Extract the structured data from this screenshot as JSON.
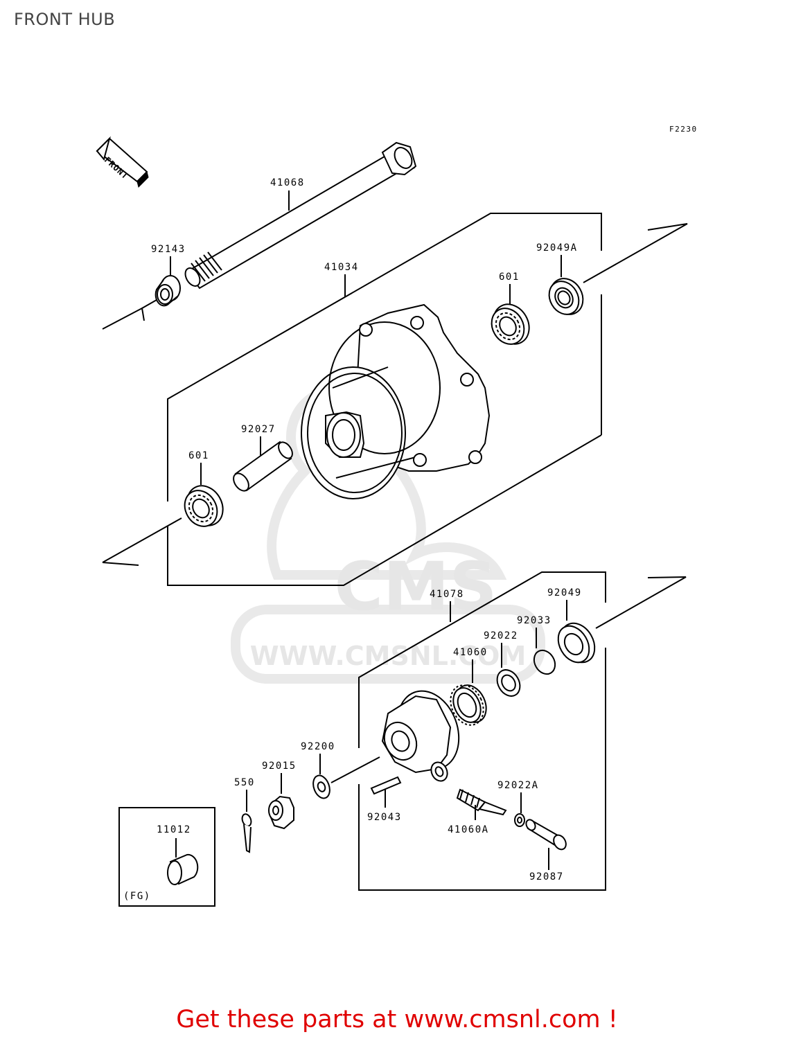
{
  "title": "FRONT HUB",
  "figure_code": "F2230",
  "front_arrow_label": "FRONT",
  "watermark": {
    "brand": "CMS",
    "url": "WWW.CMSNL.COM"
  },
  "part_labels": {
    "p41068": "41068",
    "p92143": "92143",
    "p41034": "41034",
    "p601_top": "601",
    "p92049A": "92049A",
    "p92027": "92027",
    "p601_left": "601",
    "p41078": "41078",
    "p92049": "92049",
    "p92033": "92033",
    "p92022": "92022",
    "p41060": "41060",
    "p92200": "92200",
    "p92015": "92015",
    "p550": "550",
    "p92043": "92043",
    "p92022A": "92022A",
    "p41060A": "41060A",
    "p92087": "92087",
    "p11012": "11012",
    "fg": "(FG)"
  },
  "footer": {
    "prefix": "Get these parts at ",
    "link_text": "www.cmsnl.com",
    "suffix": " !"
  },
  "colors": {
    "line": "#000000",
    "promo": "#e00000",
    "watermark": "#e6e6e6"
  }
}
